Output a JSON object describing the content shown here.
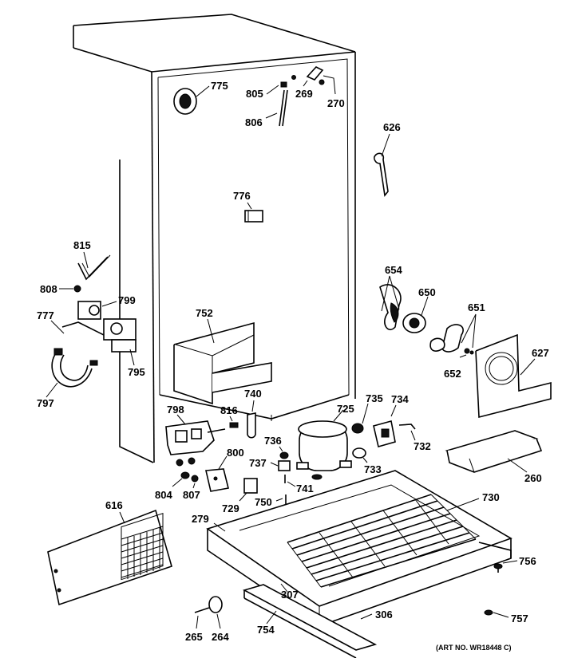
{
  "art_number": "(ART NO. WR18448 C)",
  "part_labels": {
    "p775": "775",
    "p805": "805",
    "p806": "806",
    "p269": "269",
    "p270": "270",
    "p626": "626",
    "p776": "776",
    "p815": "815",
    "p808": "808",
    "p799": "799",
    "p777": "777",
    "p795": "795",
    "p797": "797",
    "p752": "752",
    "p654": "654",
    "p650": "650",
    "p651": "651",
    "p652": "652",
    "p627": "627",
    "p740": "740",
    "p735": "735",
    "p734": "734",
    "p725": "725",
    "p798": "798",
    "p816": "816",
    "p736": "736",
    "p732": "732",
    "p737": "737",
    "p733": "733",
    "p800": "800",
    "p741": "741",
    "p260": "260",
    "p804": "804",
    "p807": "807",
    "p729": "729",
    "p750": "750",
    "p730": "730",
    "p616": "616",
    "p279": "279",
    "p756": "756",
    "p307": "307",
    "p306": "306",
    "p757": "757",
    "p265": "265",
    "p264": "264",
    "p754": "754"
  }
}
